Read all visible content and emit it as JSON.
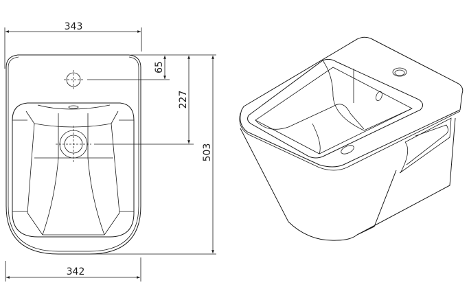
{
  "drawing": {
    "dimensions": {
      "top_width": "343",
      "bottom_width": "342",
      "tap_hole_offset": "65",
      "drain_offset": "227",
      "total_depth": "503"
    },
    "line_color": "#1a1a1a",
    "background": "#ffffff"
  }
}
